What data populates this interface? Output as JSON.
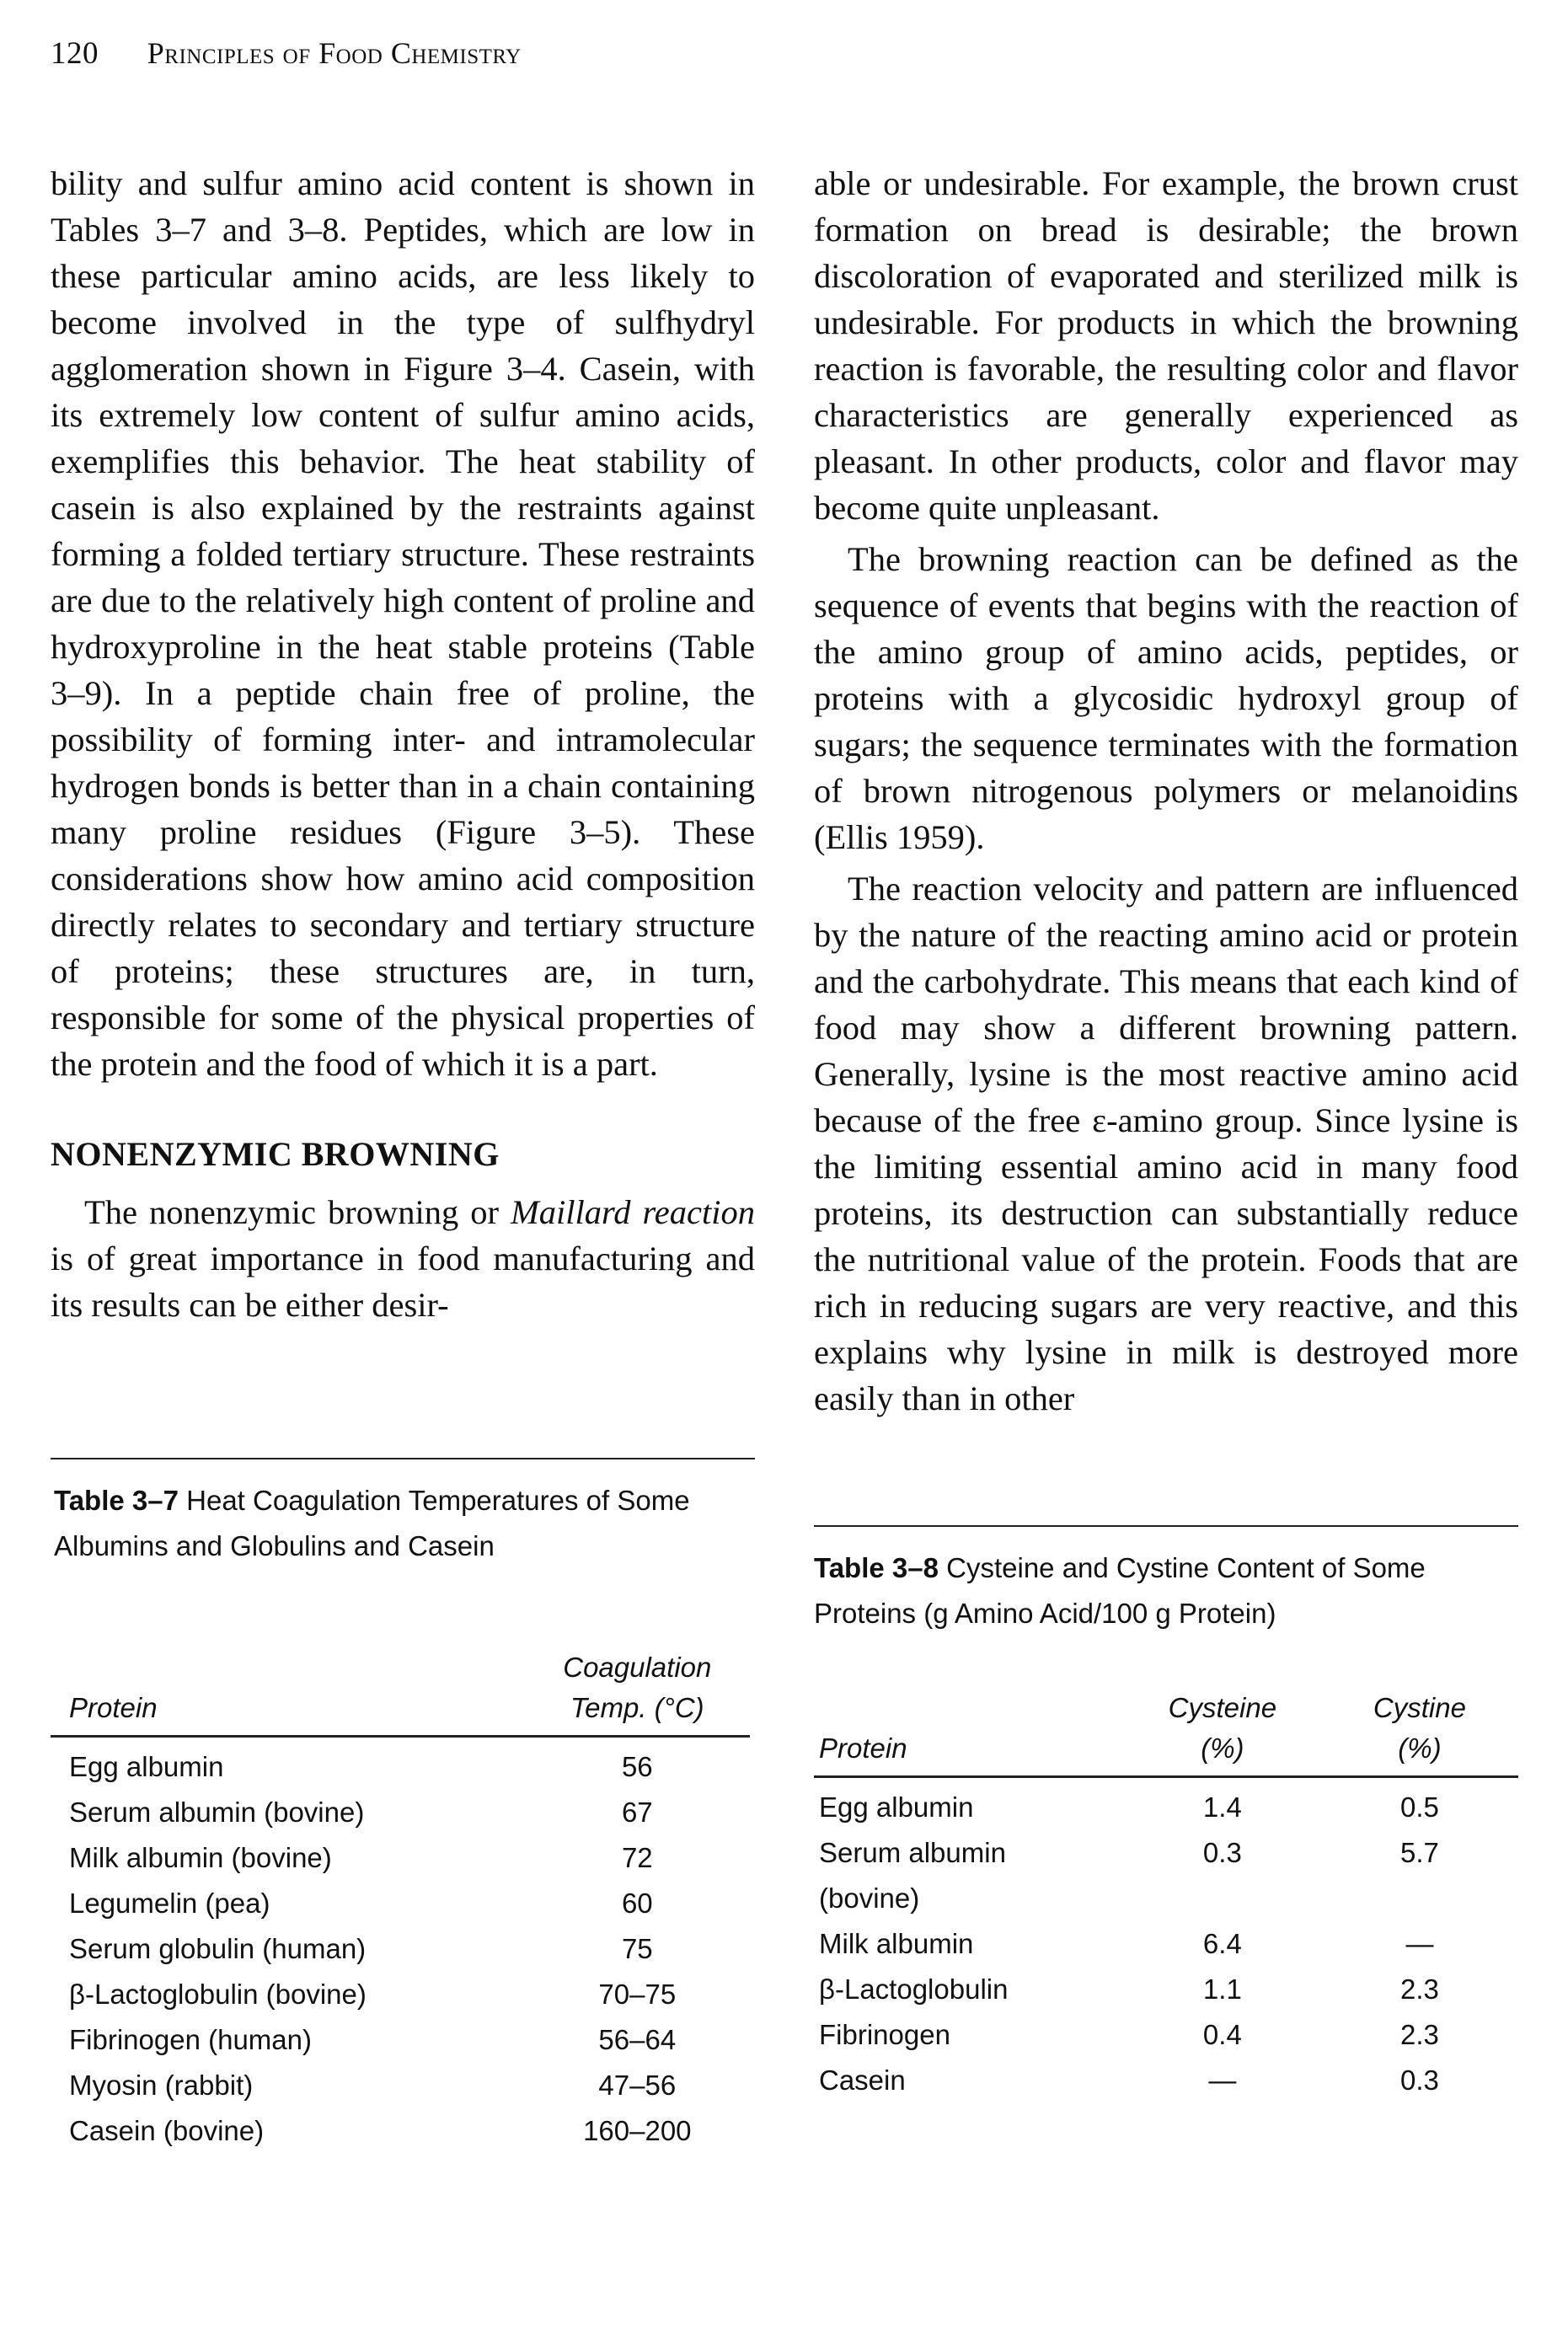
{
  "header": {
    "page_number": "120",
    "running_title": "Principles of Food Chemistry"
  },
  "left_column": {
    "paragraph_1": "bility and sulfur amino acid content is shown in Tables 3–7 and 3–8. Peptides, which are low in these particular amino acids, are less likely to become involved in the type of sulfhydryl agglomeration shown in Figure 3–4. Casein, with its extremely low content of sulfur amino acids, exemplifies this behavior. The heat stability of casein is also explained by the restraints against forming a folded tertiary structure. These restraints are due to the relatively high content of proline and hydroxyproline in the heat stable proteins (Table 3–9). In a peptide chain free of proline, the possibility of forming inter- and intramolecular hydrogen bonds is better than in a chain containing many proline residues (Figure 3–5). These considerations show how amino acid composition directly relates to secondary and tertiary structure of proteins; these structures are, in turn, responsible for some of the physical properties of the protein and the food of which it is a part.",
    "section_heading": "NONENZYMIC BROWNING",
    "paragraph_2_start": "The nonenzymic browning or ",
    "paragraph_2_italic": "Maillard reaction",
    "paragraph_2_end": " is of great importance in food manufacturing and its results can be either desir-"
  },
  "right_column": {
    "paragraph_1": "able or undesirable. For example, the brown crust formation on bread is desirable; the brown discoloration of evaporated and sterilized milk is undesirable. For products in which the browning reaction is favorable, the resulting color and flavor characteristics are generally experienced as pleasant. In other products, color and flavor may become quite unpleasant.",
    "paragraph_2": "The browning reaction can be defined as the sequence of events that begins with the reaction of the amino group of amino acids, peptides, or proteins with a glycosidic hydroxyl group of sugars; the sequence terminates with the formation of brown nitrogenous polymers or melanoidins (Ellis 1959).",
    "paragraph_3": "The reaction velocity and pattern are influenced by the nature of the reacting amino acid or protein and the carbohydrate. This means that each kind of food may show a different browning pattern. Generally, lysine is the most reactive amino acid because of the free ε-amino group. Since lysine is the limiting essential amino acid in many food proteins, its destruction can substantially reduce the nutritional value of the protein. Foods that are rich in reducing sugars are very reactive, and this explains why lysine in milk is destroyed more easily than in other"
  },
  "table_3_7": {
    "label": "Table 3–7",
    "title": "Heat Coagulation Temperatures of Some Albumins and Globulins and Casein",
    "col_protein": "Protein",
    "col_temp_line1": "Coagulation",
    "col_temp_line2": "Temp. (°C)",
    "rows": [
      {
        "protein": "Egg albumin",
        "temp": "56"
      },
      {
        "protein": "Serum albumin (bovine)",
        "temp": "67"
      },
      {
        "protein": "Milk albumin (bovine)",
        "temp": "72"
      },
      {
        "protein": "Legumelin (pea)",
        "temp": "60"
      },
      {
        "protein": "Serum globulin (human)",
        "temp": "75"
      },
      {
        "protein": "β-Lactoglobulin (bovine)",
        "temp": "70–75"
      },
      {
        "protein": "Fibrinogen (human)",
        "temp": "56–64"
      },
      {
        "protein": "Myosin (rabbit)",
        "temp": "47–56"
      },
      {
        "protein": "Casein (bovine)",
        "temp": "160–200"
      }
    ]
  },
  "table_3_8": {
    "label": "Table 3–8",
    "title": "Cysteine and Cystine Content of Some Proteins (g Amino Acid/100 g Protein)",
    "col_protein": "Protein",
    "col_cysteine_line1": "Cysteine",
    "col_cysteine_line2": "(%)",
    "col_cystine_line1": "Cystine",
    "col_cystine_line2": "(%)",
    "rows": [
      {
        "protein": "Egg albumin",
        "cysteine": "1.4",
        "cystine": "0.5"
      },
      {
        "protein": "Serum albumin (bovine)",
        "cysteine": "0.3",
        "cystine": "5.7"
      },
      {
        "protein": "Milk albumin",
        "cysteine": "6.4",
        "cystine": "—"
      },
      {
        "protein": "β-Lactoglobulin",
        "cysteine": "1.1",
        "cystine": "2.3"
      },
      {
        "protein": "Fibrinogen",
        "cysteine": "0.4",
        "cystine": "2.3"
      },
      {
        "protein": "Casein",
        "cysteine": "—",
        "cystine": "0.3"
      }
    ]
  }
}
